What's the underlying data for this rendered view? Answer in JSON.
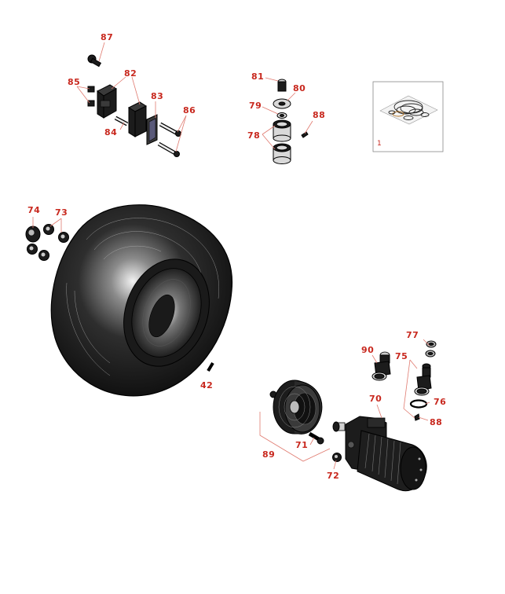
{
  "callouts": {
    "c87": "87",
    "c85": "85",
    "c82": "82",
    "c83": "83",
    "c86": "86",
    "c84": "84",
    "c81": "81",
    "c80": "80",
    "c79": "79",
    "c88a": "88",
    "c78": "78",
    "c74": "74",
    "c73": "73",
    "c42": "42",
    "c77": "77",
    "c90": "90",
    "c75": "75",
    "c70": "70",
    "c76": "76",
    "c88b": "88",
    "c71": "71",
    "c89": "89",
    "c72": "72"
  },
  "kit_box": {
    "label": "1"
  },
  "colors": {
    "callout": "#c8281e",
    "leader": "#e07a6f",
    "part": "#1c1c1c"
  },
  "icons": [
    "wheel-tire-icon",
    "hub-icon",
    "hydraulic-motor-icon",
    "seal-kit-icon"
  ]
}
